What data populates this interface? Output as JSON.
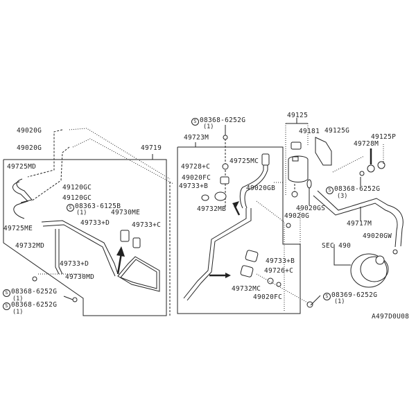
{
  "diagram": {
    "title": "Power steering hose / oil cooler exploded parts diagram",
    "diagram_code": "A497D0U08",
    "reference": "SEC 490",
    "labels": {
      "p49020G_top": "49020G",
      "p49020G_mid": "49020G",
      "p49719": "49719",
      "p49725MD": "49725MD",
      "p49120GC_a": "49120GC",
      "p49120GC_b": "49120GC",
      "bolt_08363_6125B": "08363-6125B",
      "bolt_08363_6125B_qty": "(1)",
      "p49730ME": "49730ME",
      "p49733D_top": "49733+D",
      "p49733C": "49733+C",
      "p49725ME": "49725ME",
      "p49732MD": "49732MD",
      "p49733D_bottom": "49733+D",
      "p49730MD": "49730MD",
      "bolt_08368_6252G_a": "08368-6252G",
      "bolt_08368_6252G_a_qty": "(1)",
      "bolt_08368_6252G_b": "08368-6252G",
      "bolt_08368_6252G_b_qty": "(1)",
      "bolt_08368_6252G_top": "08368-6252G",
      "bolt_08368_6252G_top_qty": "(1)",
      "p49723M": "49723M",
      "p49728C_top": "49728+C",
      "p49725MC": "49725MC",
      "p49020FC_top": "49020FC",
      "p49733B_top": "49733+B",
      "p49020GB": "49020GB",
      "p49732MB": "49732MB",
      "p49733B_bottom": "49733+B",
      "p49726C": "49726+C",
      "p49732MC": "49732MC",
      "p49020FC_bottom": "49020FC",
      "bolt_08369_6252G_bottom": "08369-6252G",
      "bolt_08369_6252G_bottom_qty": "(1)",
      "p49125": "49125",
      "p49181": "49181",
      "p49125G": "49125G",
      "p49125P": "49125P",
      "p49728M": "49728M",
      "bolt_08368_6252G_right": "08368-6252G",
      "bolt_08368_6252G_right_qty": "(3)",
      "p49020GS": "49020GS",
      "p49020G_right": "49020G",
      "p49717M": "49717M",
      "p49020GW": "49020GW",
      "sec490": "SEC 490",
      "code": "A497D0U08"
    },
    "screw_symbol": "S"
  }
}
